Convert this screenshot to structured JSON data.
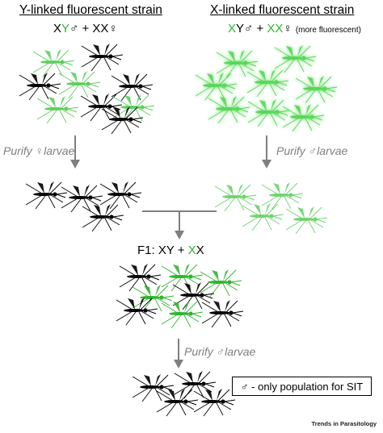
{
  "left_strain": {
    "heading": "Y-linked fluorescent strain",
    "formula": {
      "pre": "X",
      "y": "Y",
      "mid": "♂ + XX♀"
    },
    "swarm_colors": [
      "#5ecf5e",
      "#000000",
      "#000000",
      "#5ecf5e",
      "#000000",
      "#5ecf5e",
      "#000000",
      "#5ecf5e",
      "#000000"
    ]
  },
  "right_strain": {
    "heading": "X-linked fluorescent strain",
    "formula": {
      "x1": "X",
      "mid": "Y♂ + ",
      "xx": "XX",
      "female": "♀",
      "note": "(more fluorescent)"
    },
    "swarm_colors": [
      "#58d858",
      "#58d858",
      "#58d858",
      "#58d858",
      "#58d858",
      "#58d858",
      "#58d858",
      "#58d858"
    ]
  },
  "steps": {
    "left_purify": "Purify ♀larvae",
    "right_purify": "Purify ♂larvae",
    "bottom_purify": "Purify ♂larvae"
  },
  "f1": {
    "pre": "F1: XY + ",
    "x": "X",
    "post": "X"
  },
  "result": {
    "label": "♂ - only population for SIT"
  },
  "credit": "Trends in Parasitology",
  "colors": {
    "fluor_green": "#2fb52f",
    "arrow_grey": "#7f7f7f"
  }
}
